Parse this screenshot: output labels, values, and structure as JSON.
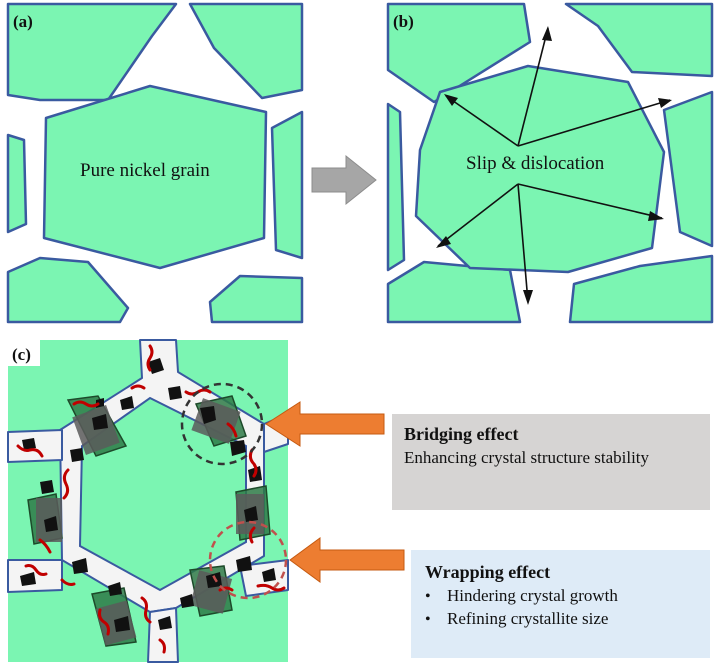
{
  "panels": {
    "a": {
      "tag": "(a)",
      "label": "Pure nickel grain"
    },
    "b": {
      "tag": "(b)",
      "label": "Slip & dislocation"
    },
    "c": {
      "tag": "(c)"
    }
  },
  "bridging": {
    "title": "Bridging effect",
    "description": "Enhancing crystal structure stability"
  },
  "wrapping": {
    "title": "Wrapping effect",
    "items": [
      "Hindering crystal growth",
      "Refining crystallite size"
    ]
  },
  "colors": {
    "grain_fill": "#7bf5b2",
    "grain_border": "#3a5aa0",
    "arrow_gray": "#a6a6a6",
    "arrow_orange": "#ed7d31",
    "bridging_bg": "#d6d4d3",
    "wrapping_bg": "#deebf7",
    "bridge_circle": "#333333",
    "wrap_circle": "#c0504d"
  }
}
